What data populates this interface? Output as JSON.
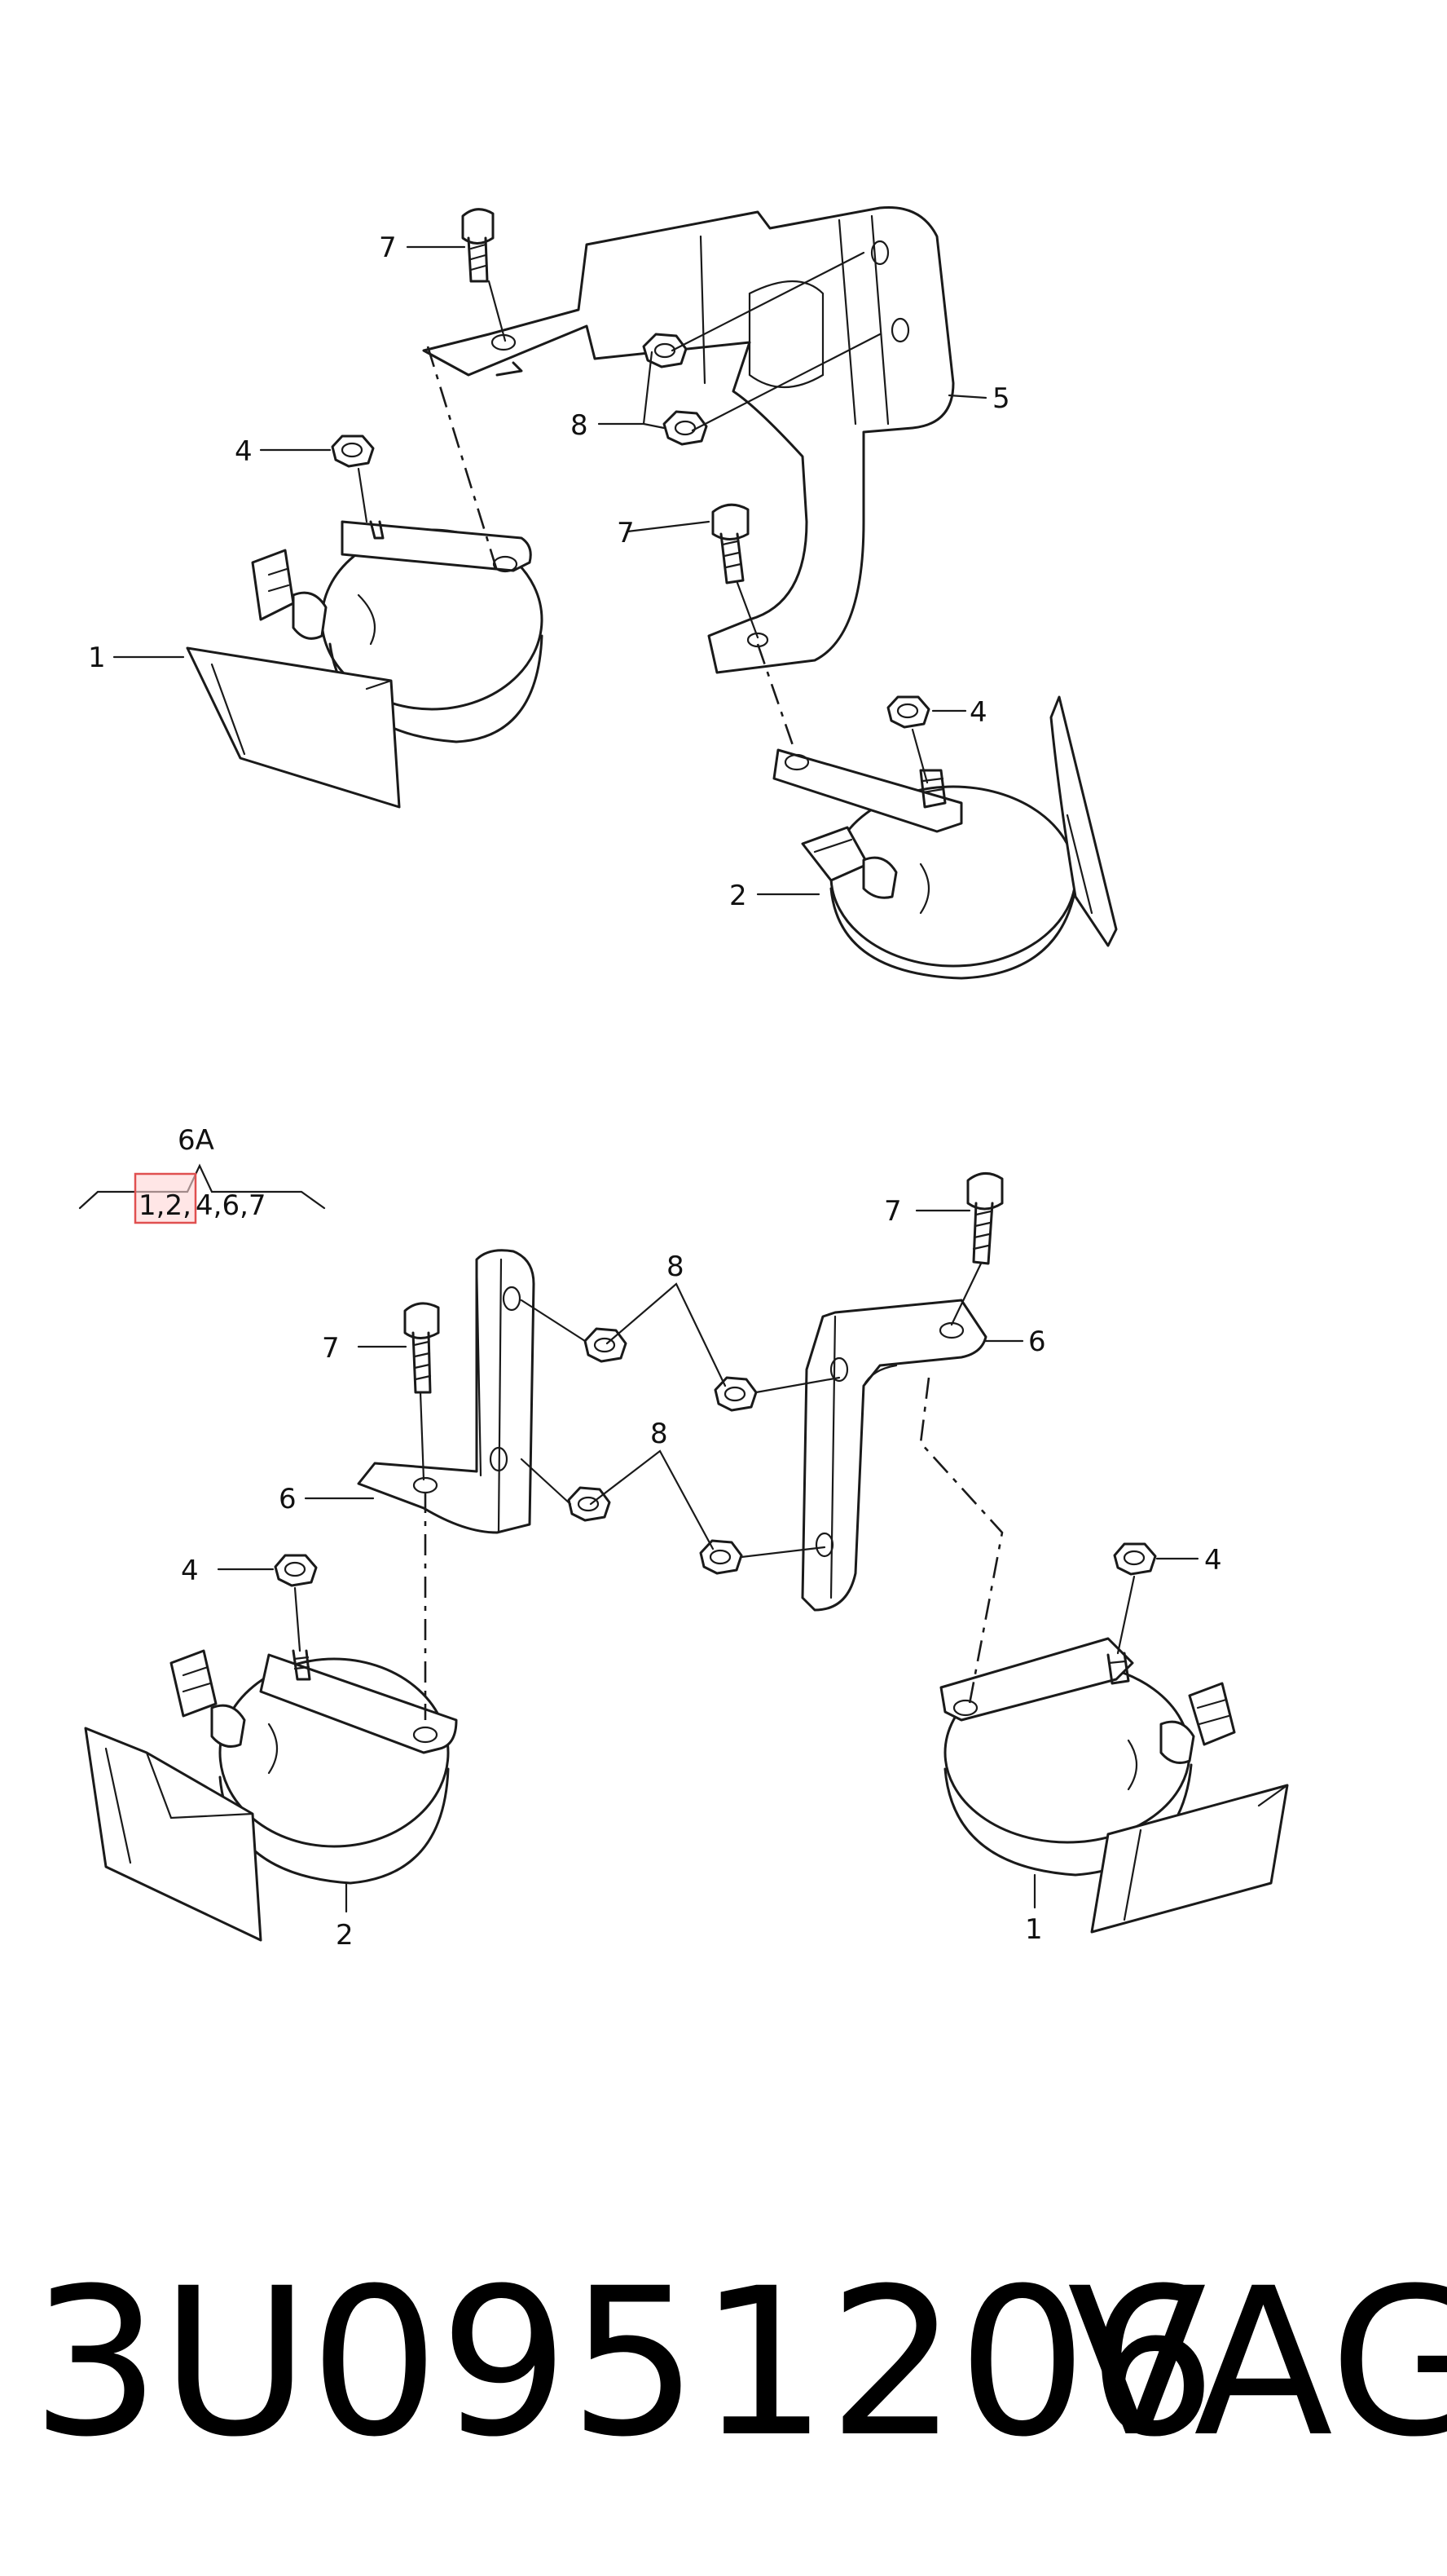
{
  "callouts": {
    "c1a": "1",
    "c2a": "2",
    "c4a": "4",
    "c4b": "4",
    "c5": "5",
    "c7a": "7",
    "c7b": "7",
    "c8a": "8",
    "c7c": "7",
    "c7d": "7",
    "c6a": "6",
    "c6b": "6",
    "c8b": "8",
    "c8c": "8",
    "c4c": "4",
    "c4d": "4",
    "c1b": "1",
    "c2b": "2"
  },
  "detail": {
    "title": "6A",
    "highlighted": "1,2,",
    "rest": "4,6,7"
  },
  "footer": {
    "part_number": "3U0951206",
    "brand": "VAG"
  }
}
